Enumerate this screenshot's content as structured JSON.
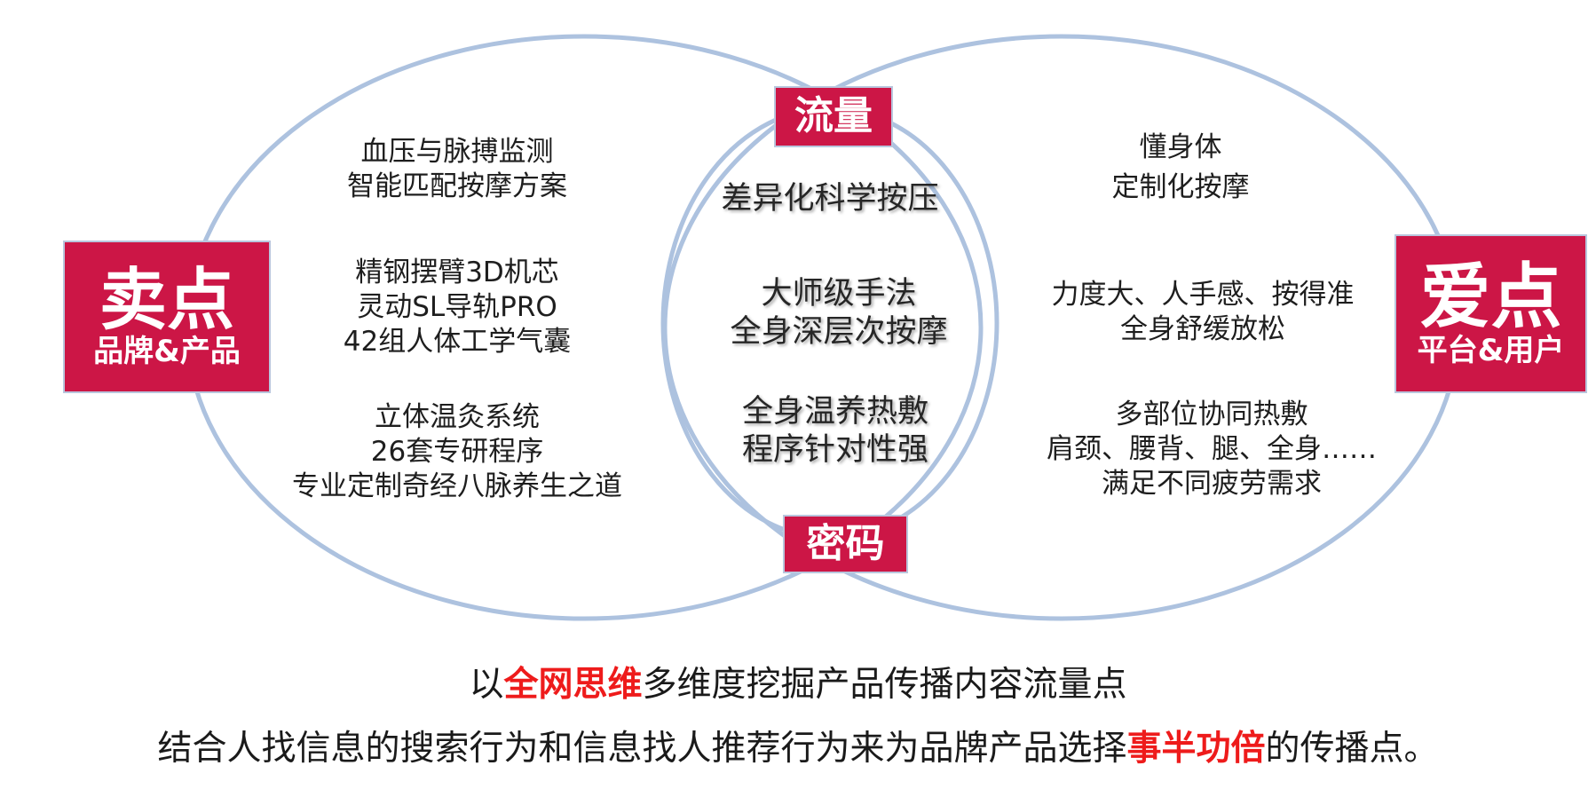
{
  "colors": {
    "tag_fill": "#cc1646",
    "circle_stroke": "#adc2df",
    "highlight": "#ee1b1b"
  },
  "left_tag": {
    "main": "卖点",
    "sub": "品牌&产品"
  },
  "right_tag": {
    "main": "爱点",
    "sub": "平台&用户"
  },
  "top_tag": "流量",
  "bottom_tag": "密码",
  "left_groups": [
    [
      "血压与脉搏监测",
      "智能匹配按摩方案"
    ],
    [
      "精钢摆臂3D机芯",
      "灵动SL导轨PRO",
      "42组人体工学气囊"
    ],
    [
      "立体温灸系统",
      "26套专研程序",
      "专业定制奇经八脉养生之道"
    ]
  ],
  "middle_groups": [
    [
      "差异化科学按压"
    ],
    [
      "大师级手法",
      "全身深层次按摩"
    ],
    [
      "全身温养热敷",
      "程序针对性强"
    ]
  ],
  "right_groups": [
    [
      "懂身体",
      "定制化按摩"
    ],
    [
      "力度大、人手感、按得准",
      "全身舒缓放松"
    ],
    [
      "多部位协同热敷",
      "肩颈、腰背、腿、全身……",
      "满足不同疲劳需求"
    ]
  ],
  "bottom": {
    "line1": {
      "prefix": "以",
      "highlight": "全网思维",
      "suffix": "多维度挖掘产品传播内容流量点"
    },
    "line2": {
      "prefix": "结合人找信息的搜索行为和信息找人推荐行为来为品牌产品选择",
      "highlight": "事半功倍",
      "suffix": "的传播点。"
    }
  }
}
